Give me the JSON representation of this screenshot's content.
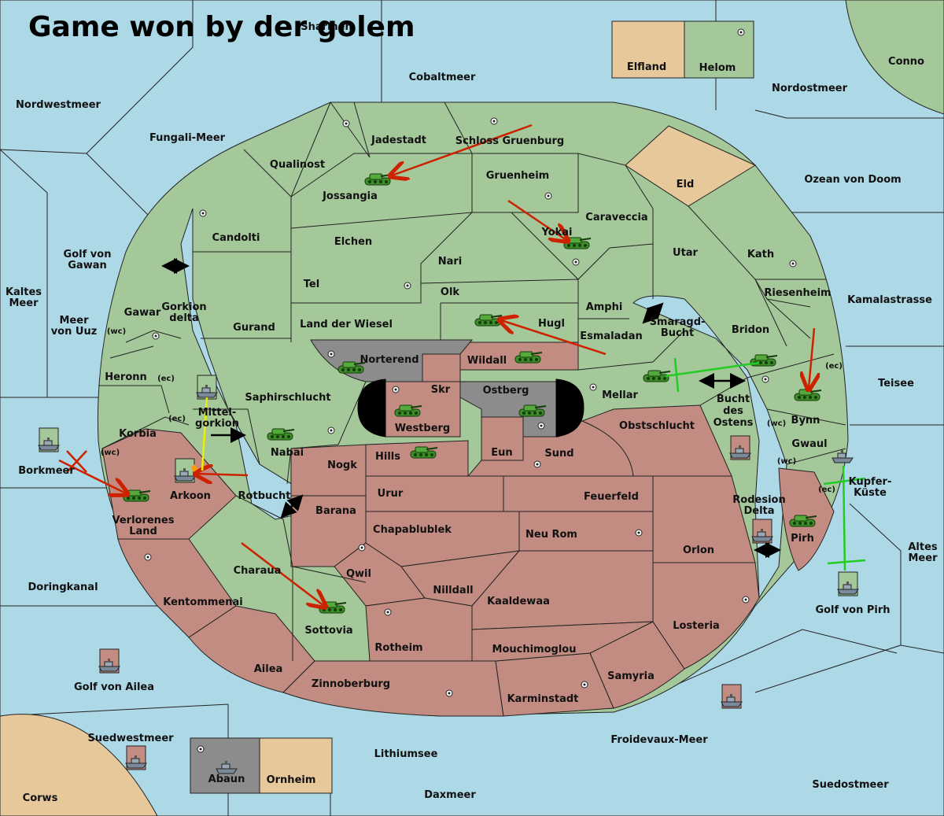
{
  "title": "Game won by der golem",
  "colors": {
    "sea": "#add8e6",
    "green": "#a5c89b",
    "red": "#c38c82",
    "gray": "#8c8c8c",
    "neutral": "#e6c89b",
    "supply_center": "#ffffff",
    "attack_arrow": "#cc2200",
    "support_green": "#22cc22",
    "support_yellow": "#eeee00",
    "convoy_arrow": "#000000"
  },
  "regions": {
    "seas": {
      "nordwestmeer": "Nordwestmeer",
      "fungali": "Fungali-Meer",
      "cobaltmeer": "Cobaltmeer",
      "nordostmeer": "Nordostmeer",
      "ozean": "Ozean von Doom",
      "conno": "Conno",
      "golf_gawan_1": "Golf von",
      "golf_gawan_2": "Gawan",
      "kaltes_1": "Kaltes",
      "kaltes_2": "Meer",
      "uuz_1": "Meer",
      "uuz_2": "von Uuz",
      "borkmeer": "Borkmeer",
      "doringkanal": "Doringkanal",
      "golf_ailea": "Golf von Ailea",
      "suedwestmeer": "Suedwestmeer",
      "corws": "Corws",
      "daxmeer": "Daxmeer",
      "lithiumsee": "Lithiumsee",
      "froidevaux": "Froidevaux-Meer",
      "suedostmeer": "Suedostmeer",
      "golf_pirh": "Golf von Pirh",
      "altes_1": "Altes",
      "altes_2": "Meer",
      "teisee": "Teisee",
      "kamala": "Kamalastrasse",
      "kupfer_1": "Kupfer-",
      "kupfer_2": "Küste",
      "rodesion_1": "Rodesion",
      "rodesion_2": "Delta",
      "bucht_1": "Bucht",
      "bucht_2": "des",
      "bucht_3": "Ostens",
      "smaragd_1": "Smaragd-",
      "smaragd_2": "Bucht",
      "gorkion_1": "Gorkion",
      "gorkion_2": "delta",
      "mittel_1": "Mittel-",
      "mittel_2": "gorkion",
      "rotbucht": "Rotbucht",
      "sharmen": "Sharmen"
    },
    "green": {
      "jadestadt": "Jadestadt",
      "schloss": "Schloss Gruenburg",
      "qualinost": "Qualinost",
      "jossangia": "Jossangia",
      "gruenheim": "Gruenheim",
      "caraveccia": "Caraveccia",
      "candolti": "Candolti",
      "elchen": "Elchen",
      "nari": "Nari",
      "yokai": "Yokai",
      "utar": "Utar",
      "kath": "Kath",
      "tel": "Tel",
      "olk": "Olk",
      "amphi": "Amphi",
      "riesenheim": "Riesenheim",
      "gurand": "Gurand",
      "wiesel": "Land der Wiesel",
      "hugl": "Hugl",
      "esmaladan": "Esmaladan",
      "bridon": "Bridon",
      "gawar": "Gawar",
      "heronn": "Heronn",
      "korbia": "Korbia",
      "saphir": "Saphirschlucht",
      "mellar": "Mellar",
      "nabai": "Nabai",
      "bynn": "Bynn",
      "gwaul": "Gwaul",
      "charaua": "Charaua",
      "sottovia": "Sottovia",
      "helom": "Helom"
    },
    "red": {
      "wildall": "Wildall",
      "skr": "Skr",
      "westberg": "Westberg",
      "eun": "Eun",
      "sund": "Sund",
      "obstschlucht": "Obstschlucht",
      "nogk": "Nogk",
      "hills": "Hills",
      "arkoon": "Arkoon",
      "verlorenes_1": "Verlorenes",
      "verlorenes_2": "Land",
      "urur": "Urur",
      "feuerfeld": "Feuerfeld",
      "barana": "Barana",
      "chapablublek": "Chapablublek",
      "neurom": "Neu Rom",
      "orlon": "Orlon",
      "pirh": "Pirh",
      "qwil": "Qwil",
      "nilldall": "Nilldall",
      "kaaldewaa": "Kaaldewaa",
      "kentommenai": "Kentommenai",
      "losteria": "Losteria",
      "rotheim": "Rotheim",
      "mouchimoglou": "Mouchimoglou",
      "ailea": "Ailea",
      "samyria": "Samyria",
      "zinnoberburg": "Zinnoberburg",
      "karminstadt": "Karminstadt"
    },
    "gray": {
      "norterend": "Norterend",
      "ostberg": "Ostberg",
      "abaun": "Abaun"
    },
    "neutral": {
      "elfland": "Elfland",
      "eld": "Eld",
      "ornheim": "Ornheim"
    },
    "coasts": {
      "wc": "(wc)",
      "ec": "(ec)"
    }
  }
}
